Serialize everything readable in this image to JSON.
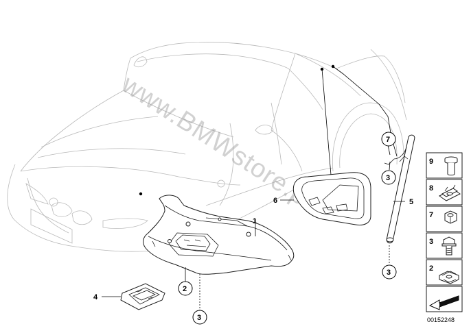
{
  "watermark": "www.BMWstore.pl",
  "doc_number": "00152248",
  "callouts": {
    "p1": "1",
    "p2": "2",
    "p3a": "3",
    "p4": "4",
    "p5": "5",
    "p6": "6",
    "p7": "7",
    "p3b": "3",
    "p3c": "3"
  },
  "legend": {
    "items": [
      {
        "number": "9",
        "icon": "screw-head-bolt-icon"
      },
      {
        "number": "8",
        "icon": "spring-nut-icon"
      },
      {
        "number": "7",
        "icon": "hex-nut-icon"
      },
      {
        "number": "3",
        "icon": "hex-bolt-icon"
      },
      {
        "number": "2",
        "icon": "clip-nut-icon"
      }
    ],
    "footer_icon": "arrow-icon"
  }
}
